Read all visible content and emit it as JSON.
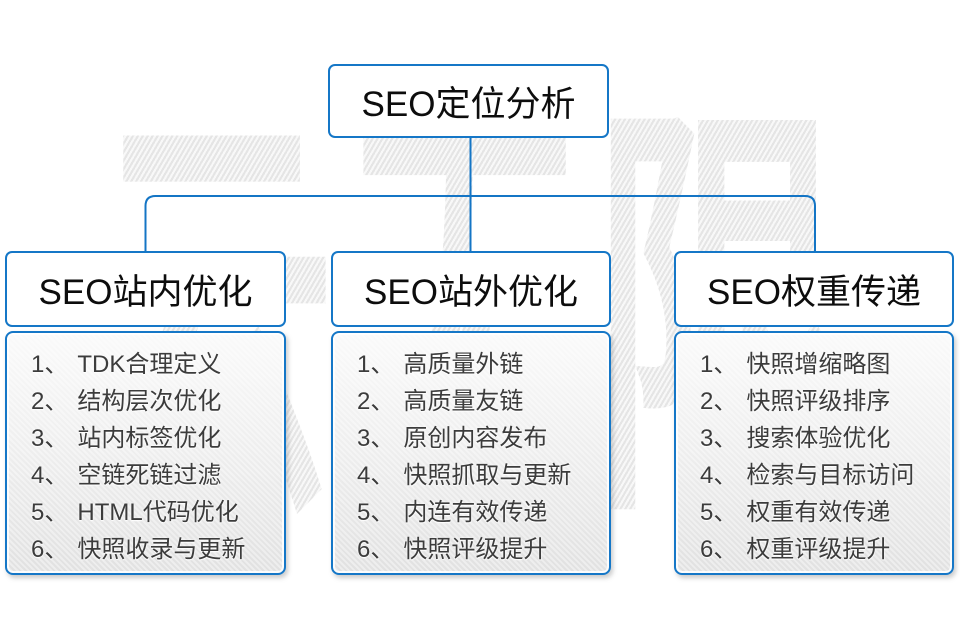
{
  "diagram": {
    "watermark": "云无限",
    "root": {
      "label": "SEO定位分析"
    },
    "columns": [
      {
        "header": "SEO站内优化",
        "items": [
          {
            "num": "1、",
            "text": "TDK合理定义"
          },
          {
            "num": "2、",
            "text": "结构层次优化"
          },
          {
            "num": "3、",
            "text": "站内标签优化"
          },
          {
            "num": "4、",
            "text": "空链死链过滤"
          },
          {
            "num": "5、",
            "text": "HTML代码优化"
          },
          {
            "num": "6、",
            "text": "快照收录与更新"
          }
        ]
      },
      {
        "header": "SEO站外优化",
        "items": [
          {
            "num": "1、",
            "text": "高质量外链"
          },
          {
            "num": "2、",
            "text": "高质量友链"
          },
          {
            "num": "3、",
            "text": "原创内容发布"
          },
          {
            "num": "4、",
            "text": "快照抓取与更新"
          },
          {
            "num": "5、",
            "text": "内连有效传递"
          },
          {
            "num": "6、",
            "text": "快照评级提升"
          }
        ]
      },
      {
        "header": "SEO权重传递",
        "items": [
          {
            "num": "1、",
            "text": "快照增缩略图"
          },
          {
            "num": "2、",
            "text": "快照评级排序"
          },
          {
            "num": "3、",
            "text": "搜索体验优化"
          },
          {
            "num": "4、",
            "text": "检索与目标访问"
          },
          {
            "num": "5、",
            "text": "权重有效传递"
          },
          {
            "num": "6、",
            "text": "权重评级提升"
          }
        ]
      }
    ],
    "colors": {
      "accent_blue": "#1577c7",
      "header_text": "#0d0d0d",
      "item_text": "#3c3c3c",
      "watermark_gray": "#e5e5e5"
    }
  }
}
